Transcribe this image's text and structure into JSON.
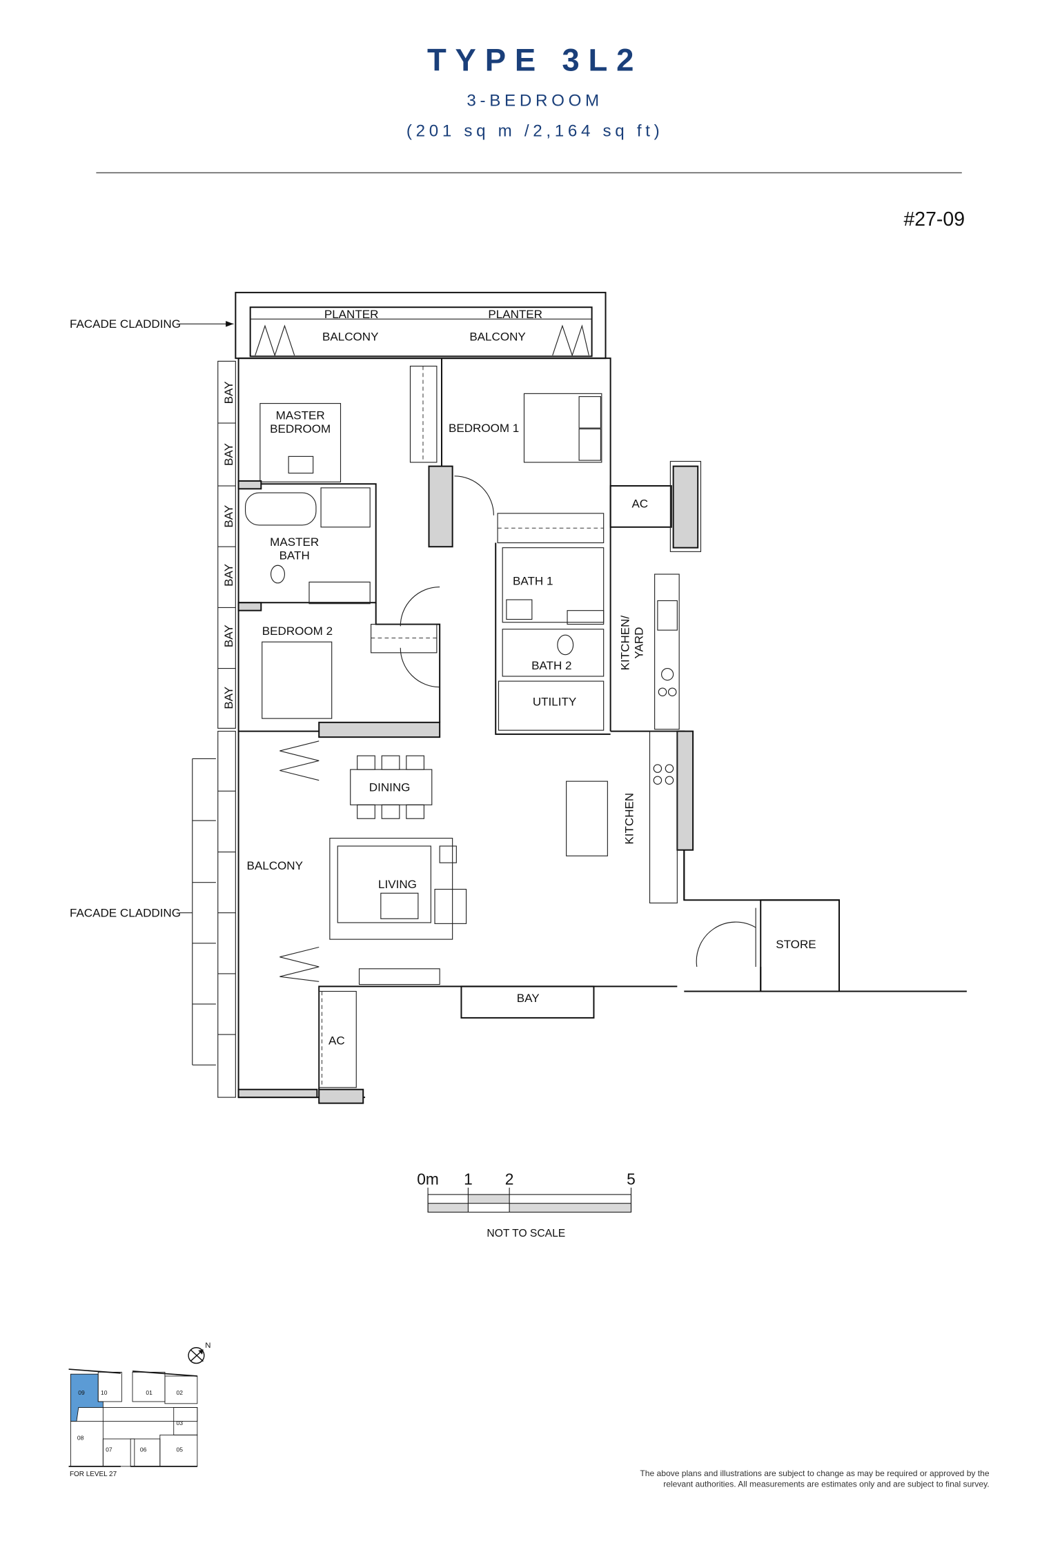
{
  "header": {
    "title": "TYPE 3L2",
    "subtitle": "3-BEDROOM",
    "area": "(201 sq m /2,164 sq ft)",
    "unit_number": "#27-09",
    "title_color": "#1a3f7a"
  },
  "plan": {
    "labels": {
      "facade_cladding_top": "FACADE CLADDING",
      "facade_cladding_bottom": "FACADE CLADDING",
      "planter_1": "PLANTER",
      "planter_2": "PLANTER",
      "balcony_top_1": "BALCONY",
      "balcony_top_2": "BALCONY",
      "bay": "BAY",
      "master_bedroom_1": "MASTER",
      "master_bedroom_2": "BEDROOM",
      "bedroom_1": "BEDROOM  1",
      "master_bath_1": "MASTER",
      "master_bath_2": "BATH",
      "bedroom_2": "BEDROOM  2",
      "bath_1": "BATH  1",
      "bath_2": "BATH  2",
      "utility": "UTILITY",
      "ac_top": "AC",
      "kitchen_yard_1": "KITCHEN/",
      "kitchen_yard_2": "YARD",
      "dining": "DINING",
      "living": "LIVING",
      "balcony_side": "BALCONY",
      "kitchen": "KITCHEN",
      "store": "STORE",
      "bay_living": "BAY",
      "ac_bottom": "AC"
    }
  },
  "scale_bar": {
    "ticks": [
      "0m",
      "1",
      "2",
      "5"
    ],
    "note": "NOT TO SCALE"
  },
  "key_plan": {
    "north": "N",
    "units": [
      "09",
      "10",
      "01",
      "02",
      "03",
      "08",
      "07",
      "06",
      "05"
    ],
    "highlighted_unit": "09",
    "highlight_color": "#5b9bd5",
    "caption": "FOR LEVEL 27"
  },
  "disclaimer": {
    "line1": "The above plans and illustrations are subject to change as may be required or approved by the",
    "line2": "relevant authorities. All measurements are estimates only and are subject to final survey."
  }
}
